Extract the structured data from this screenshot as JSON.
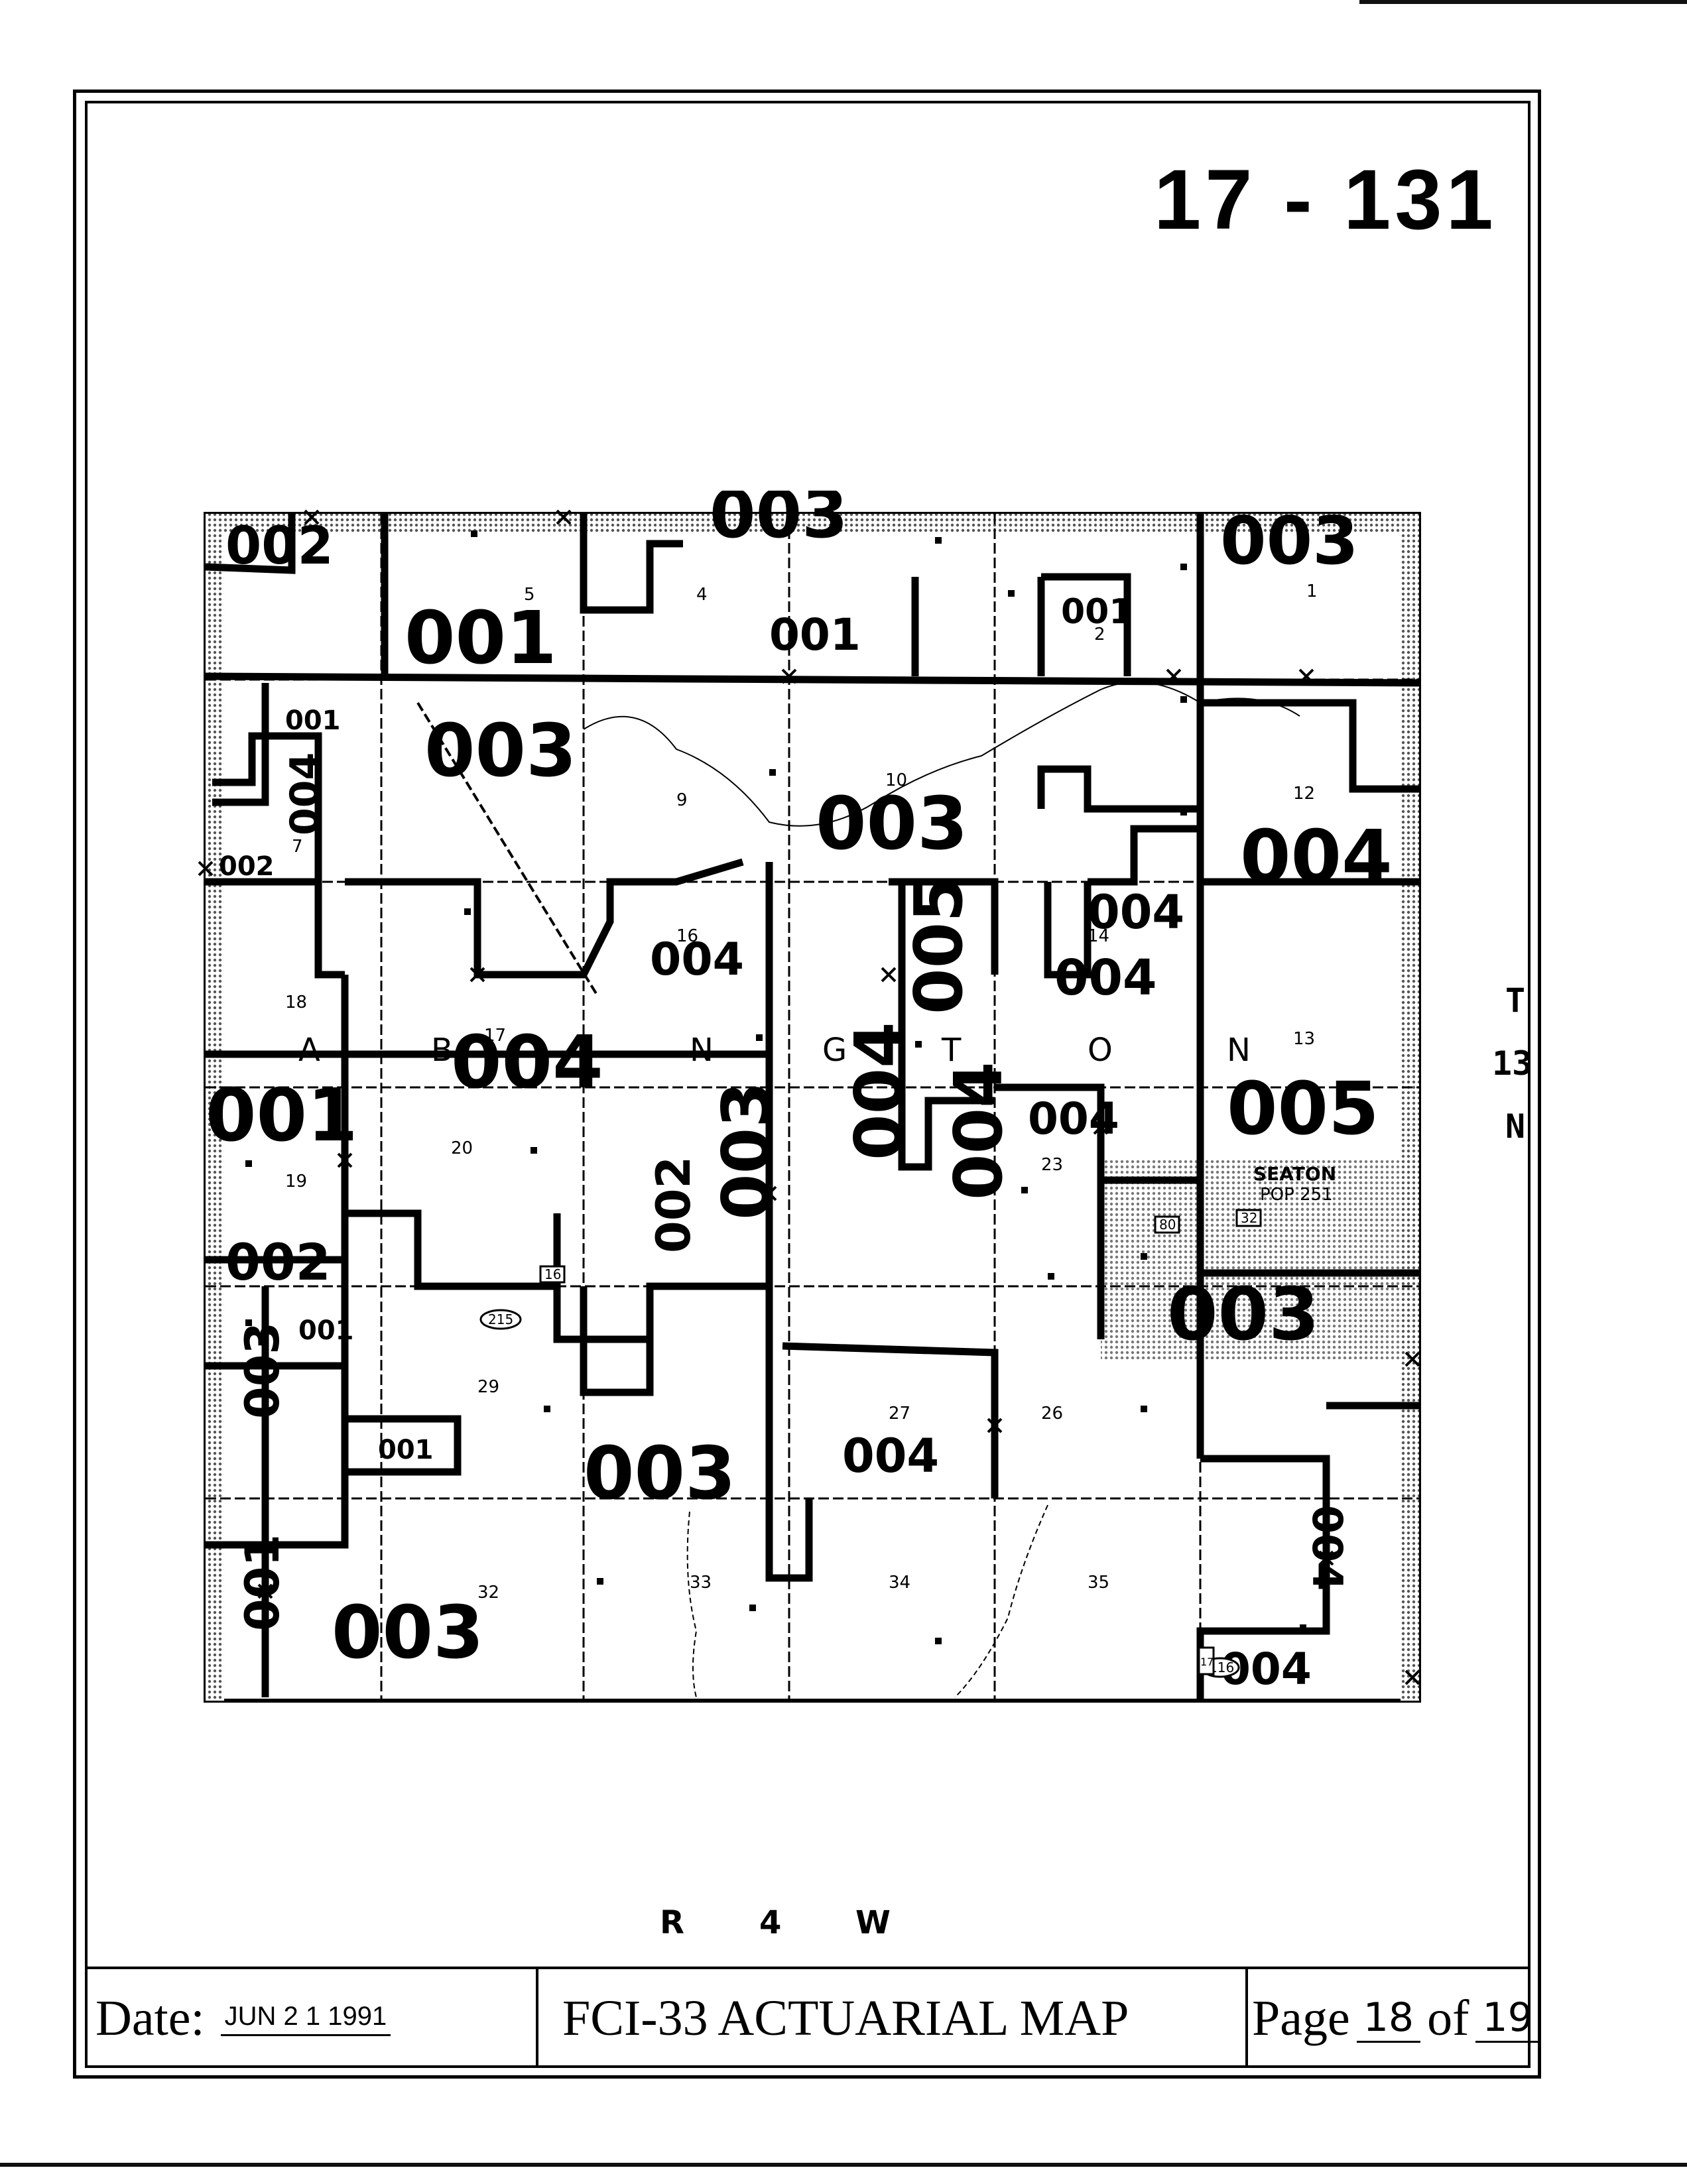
{
  "header": {
    "map_code": "17 - 131"
  },
  "township_label": [
    "T",
    "13",
    "N"
  ],
  "range_label": [
    "R",
    "4",
    "W"
  ],
  "footer": {
    "date_label": "Date:",
    "date_value": "JUN 2 1 1991",
    "title": "FCI-33 ACTUARIAL MAP",
    "page_label": "Page",
    "page_number": "18",
    "page_of": "of",
    "page_total": "19"
  },
  "map": {
    "township_name_letters": [
      "A",
      "B",
      "I",
      "N",
      "G",
      "T",
      "O",
      "N"
    ],
    "town": {
      "name": "SEATON",
      "population": "POP 251"
    },
    "zone_labels": [
      "002",
      "001",
      "003",
      "001",
      "003",
      "001",
      "003",
      "004",
      "003",
      "004",
      "002",
      "004",
      "001",
      "004",
      "005",
      "004",
      "004",
      "005",
      "001",
      "004",
      "003",
      "004",
      "002",
      "003",
      "002",
      "001",
      "001",
      "003",
      "004",
      "003",
      "004",
      "001",
      "003",
      "004",
      "004"
    ],
    "section_numbers": [
      "1",
      "2",
      "4",
      "5",
      "7",
      "9",
      "10",
      "12",
      "13",
      "14",
      "16",
      "17",
      "18",
      "19",
      "20",
      "23",
      "26",
      "27",
      "29",
      "32",
      "33",
      "34",
      "35"
    ],
    "highway_markers": [
      "215",
      "16",
      "80",
      "32",
      "116",
      "17"
    ]
  },
  "colors": {
    "ink": "#000000",
    "town_shade": "#bdbdbd",
    "paper": "#ffffff"
  }
}
